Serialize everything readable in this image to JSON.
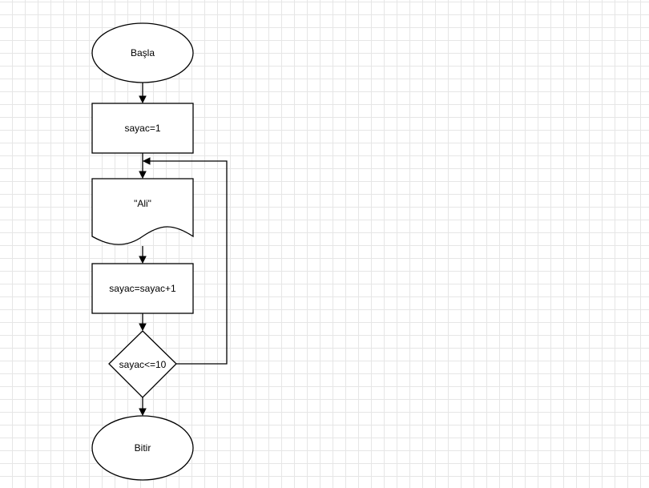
{
  "diagram": {
    "nodes": {
      "start": {
        "label": "Başla",
        "shape": "ellipse"
      },
      "init": {
        "label": "sayac=1",
        "shape": "rectangle"
      },
      "output": {
        "label": "\"Ali\"",
        "shape": "document"
      },
      "increment": {
        "label": "sayac=sayac+1",
        "shape": "rectangle"
      },
      "condition": {
        "label": "sayac<=10",
        "shape": "diamond"
      },
      "end": {
        "label": "Bitir",
        "shape": "ellipse"
      }
    },
    "edges": [
      {
        "from": "start",
        "to": "init"
      },
      {
        "from": "init",
        "to": "output"
      },
      {
        "from": "output",
        "to": "increment"
      },
      {
        "from": "increment",
        "to": "condition"
      },
      {
        "from": "condition",
        "to": "end"
      },
      {
        "from": "condition",
        "to": "output",
        "type": "loop-back"
      }
    ],
    "colors": {
      "stroke": "#000000",
      "fill": "#ffffff",
      "grid": "#e6e6e6"
    }
  }
}
